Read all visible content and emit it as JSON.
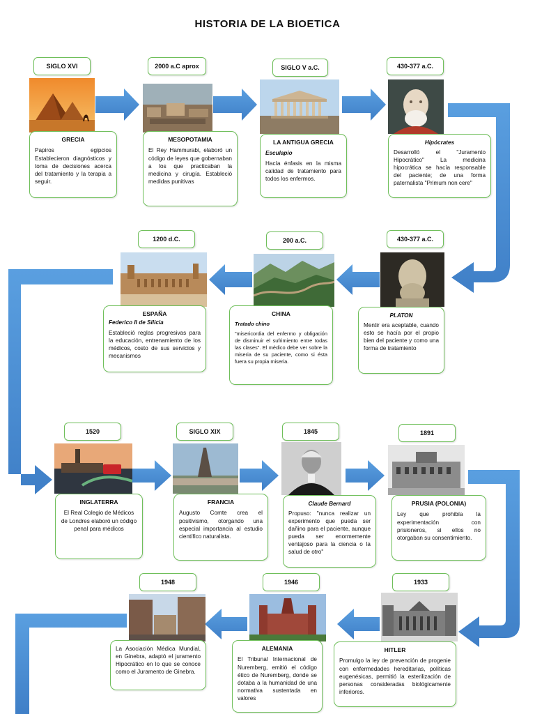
{
  "title": "HISTORIA DE LA BIOETICA",
  "colors": {
    "arrow": "#4a90d9",
    "border": "#6fbf5a"
  },
  "row1": [
    {
      "date": "SIGLO XVI",
      "place": "GRECIA",
      "body": "Papiros egipcios Establecieron diagnósticos y toma de decisiones acerca del tratamiento y la terapia a seguir.",
      "image": "pyramids-image"
    },
    {
      "date": "2000 a.C aprox",
      "place": "MESOPOTAMIA",
      "body": "El Rey Hammurabi, elaboró un código de leyes que gobernaban a los que practicaban la medicina y cirugía. Estableció medidas punitivas",
      "image": "mesopotamia-ruins-image"
    },
    {
      "date": "SIGLO V a.C.",
      "place": "LA ANTIGUA GRECIA",
      "sub": "Esculapio",
      "body": "Hacía énfasis en la misma calidad de tratamiento para todos los enfermos.",
      "image": "parthenon-image"
    },
    {
      "date": "430-377 a.C.",
      "sub": "Hipócrates",
      "body": "Desarrolló el \"Juramento Hipocrático\" La medicina hipocrática se hacía responsable del paciente; de una forma paternalista \"Primum non cere\"",
      "image": "hippocrates-bust-image"
    }
  ],
  "row2": [
    {
      "date": "1200 d.C.",
      "place": "ESPAÑA",
      "sub": "Federico II de Silicia",
      "body": "Estableció reglas progresivas para la educación, entrenamiento de los médicos, costo de sus servicios y mecanismos",
      "image": "spain-plaza-image"
    },
    {
      "date": "200 a.C.",
      "place": "CHINA",
      "sub": "Tratado chino",
      "body": "\"misericordia del enfermo y obligación de disminuir el sufrimiento entre todas las clases\". El médico debe ver sobre la miseria de su paciente, como si ésta fuera su propia miseria.",
      "image": "great-wall-image"
    },
    {
      "date": "430-377 a.C.",
      "sub": "PLATON",
      "body": "Mentir era aceptable, cuando esto se hacía por el propio bien del paciente y como una forma de tratamiento",
      "image": "plato-bust-image"
    }
  ],
  "row3": [
    {
      "date": "1520",
      "place": "INGLATERRA",
      "body": "El Real Colegio de Médicos de Londres elaboró un código penal para médicos",
      "image": "london-image"
    },
    {
      "date": "SIGLO XIX",
      "place": "FRANCIA",
      "body": "Augusto Comte crea el positivismo, otorgando una especial importancia al estudio científico naturalista.",
      "image": "paris-image"
    },
    {
      "date": "1845",
      "sub": "Claude Bernard",
      "body": "Propuso: \"nunca realizar un experimento que pueda ser dañino para el paciente, aunque pueda ser enormemente ventajoso para la ciencia o la salud de otro\"",
      "image": "claude-bernard-portrait-image"
    },
    {
      "date": "1891",
      "place": "PRUSIA (POLONIA)",
      "body": "Ley que prohibía la experimentación con prisioneros, si ellos no otorgaban su consentimiento.",
      "image": "prussia-building-image"
    }
  ],
  "row4": [
    {
      "date": "1948",
      "body": "La Asociación Médica Mundial, en Ginebra, adaptó el juramento Hipocrático en lo que se conoce como el Juramento de Ginebra.",
      "image": "geneva-street-image"
    },
    {
      "date": "1946",
      "place": "ALEMANIA",
      "body": "El Tribunal Internacional de Nuremberg, emitió el código ético de Nuremberg, donde se dotaba a la humanidad de una normativa sustentada en valores",
      "image": "nuremberg-castle-image"
    },
    {
      "date": "1933",
      "place": "HITLER",
      "body": "Promulgo la ley de prevención de progenie con enfermedades hereditarias, políticas eugenésicas, permitió la esterilización de personas consideradas biológicamente inferiores.",
      "image": "reichstag-image"
    }
  ]
}
